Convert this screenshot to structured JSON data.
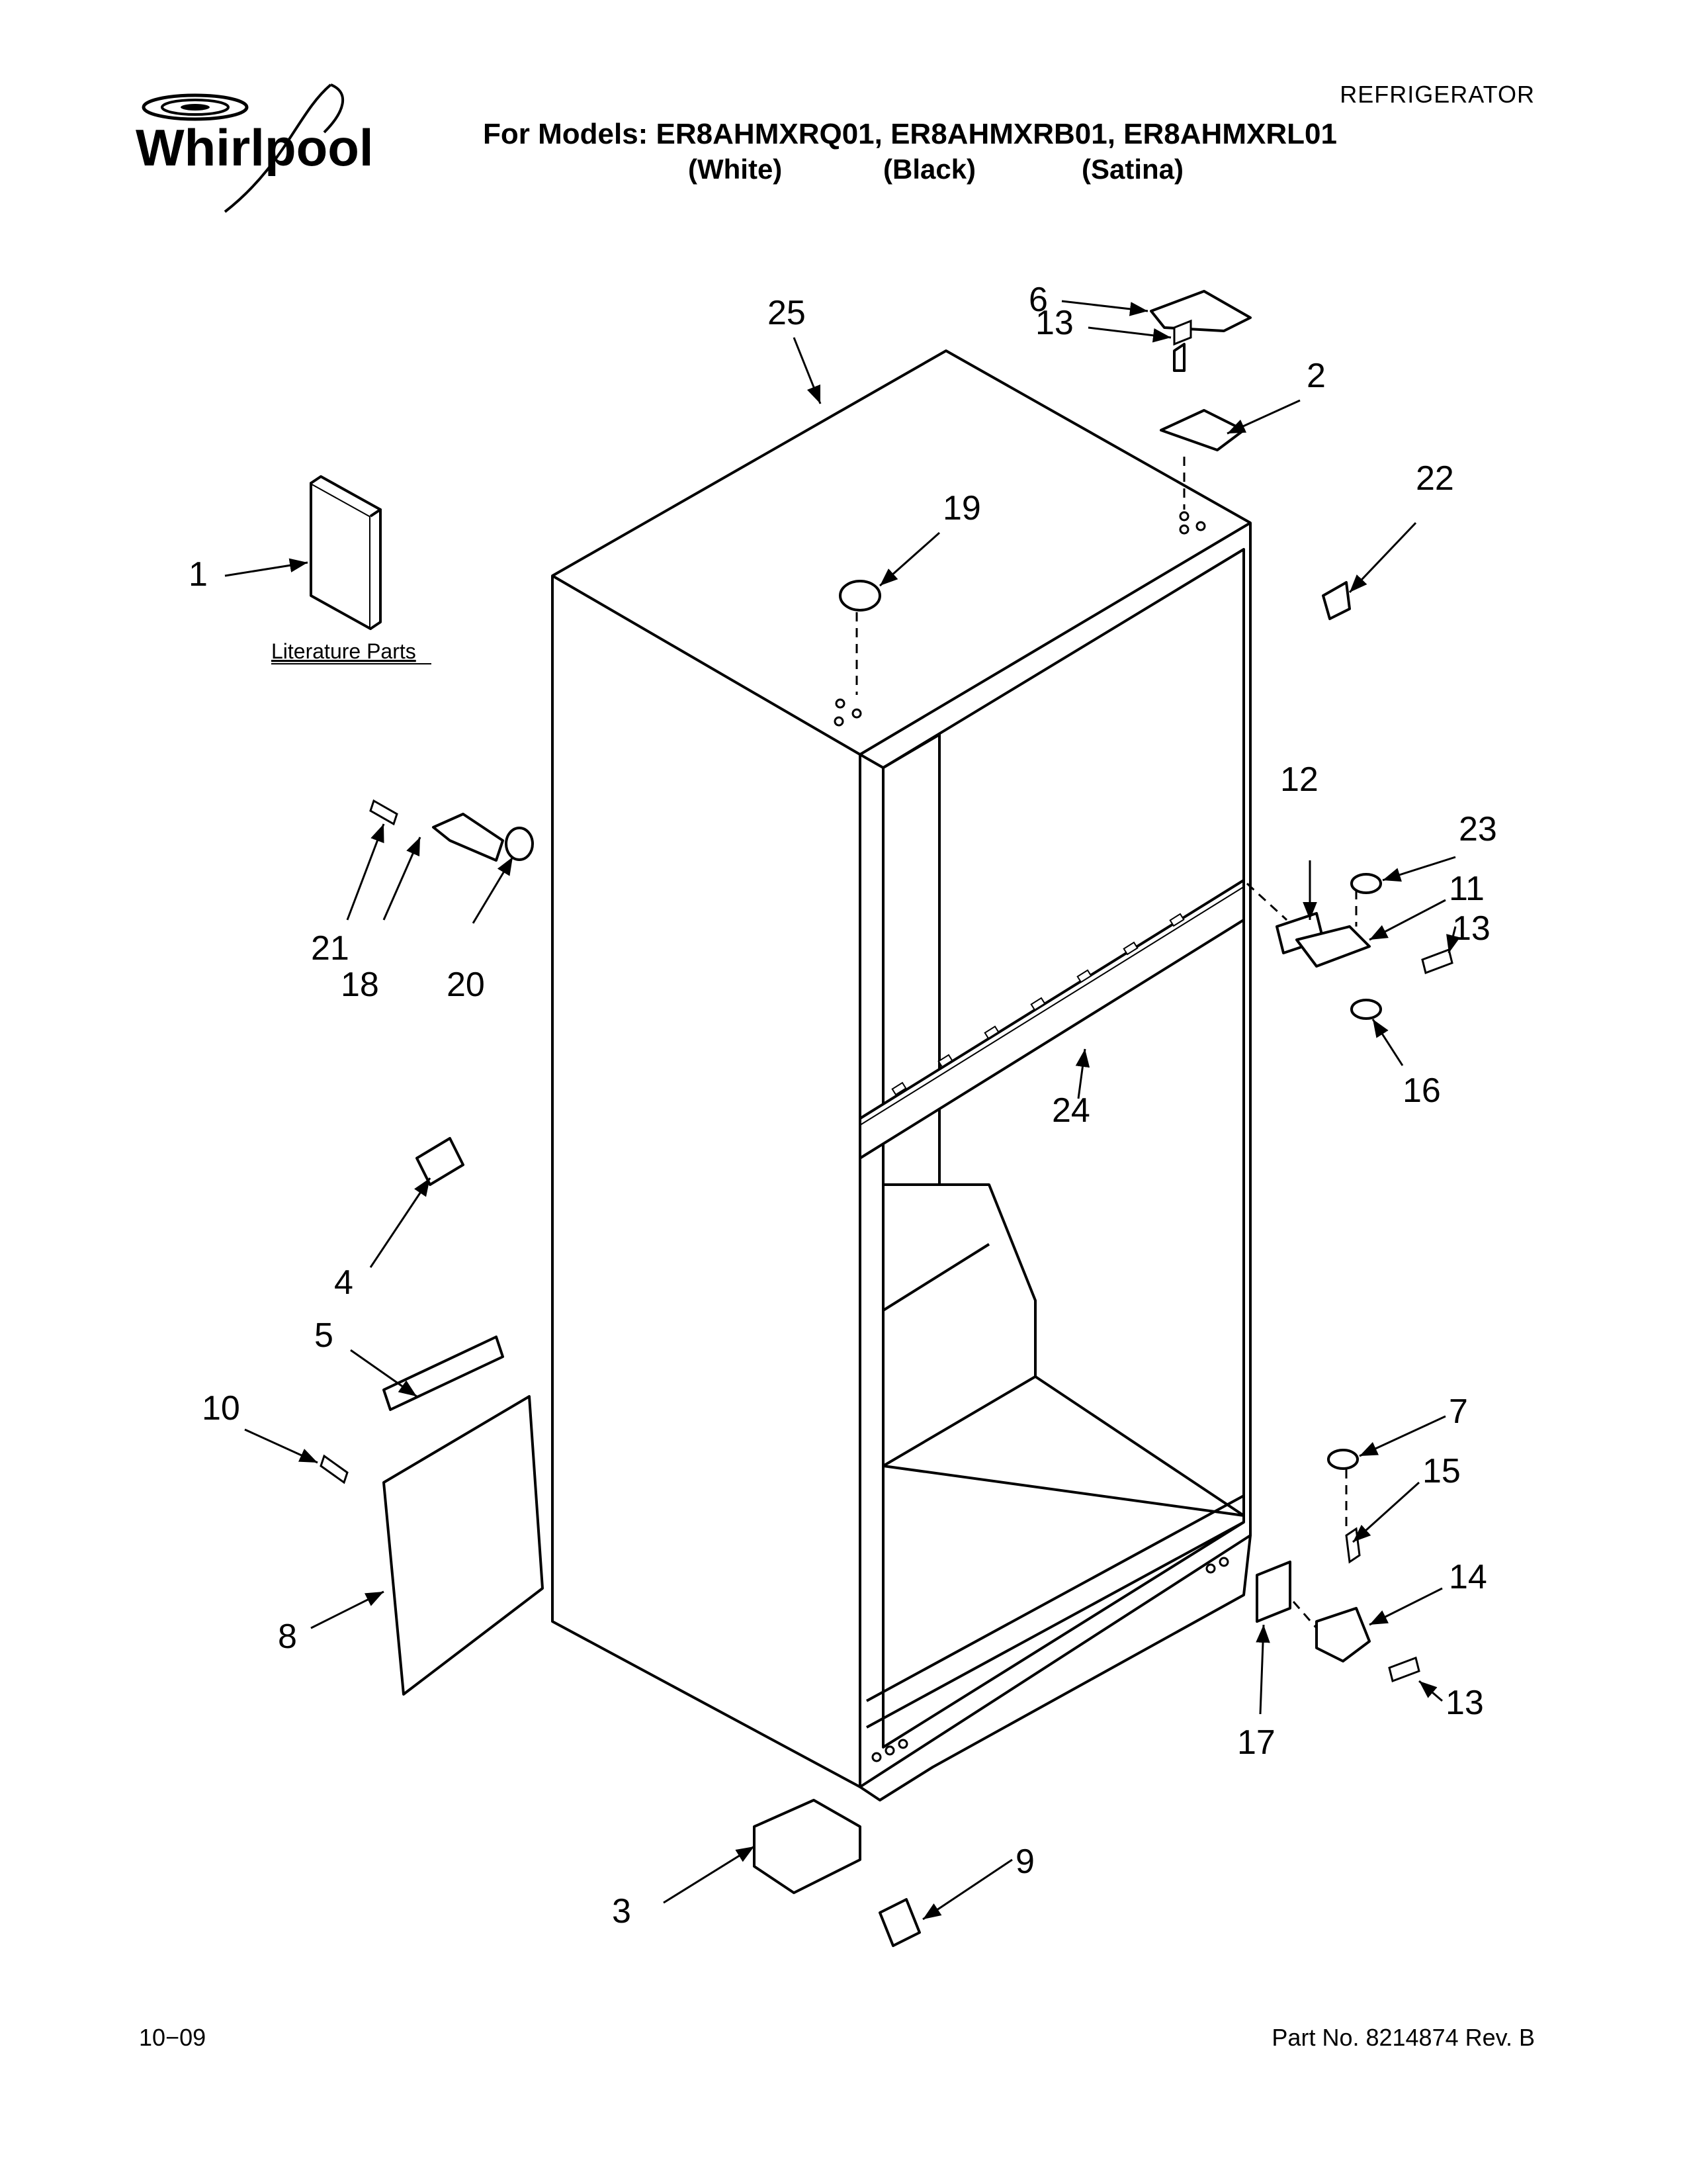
{
  "header": {
    "brand": "Whirlpool",
    "category": "REFRIGERATOR",
    "models_line": "For Models: ER8AHMXRQ01, ER8AHMXRB01, ER8AHMXRL01",
    "colors": [
      "(White)",
      "(Black)",
      "(Satina)"
    ]
  },
  "diagram": {
    "literature_label": "Literature Parts",
    "callouts": {
      "c1": "1",
      "c2": "2",
      "c3": "3",
      "c4": "4",
      "c5": "5",
      "c6": "6",
      "c7": "7",
      "c8": "8",
      "c9": "9",
      "c10": "10",
      "c11": "11",
      "c12": "12",
      "c13a": "13",
      "c13b": "13",
      "c13c": "13",
      "c14": "14",
      "c15": "15",
      "c16": "16",
      "c17": "17",
      "c18": "18",
      "c19": "19",
      "c20": "20",
      "c21": "21",
      "c22": "22",
      "c23": "23",
      "c24": "24",
      "c25": "25"
    }
  },
  "footer": {
    "date_code": "10−09",
    "part_number": "Part No. 8214874 Rev. B"
  }
}
